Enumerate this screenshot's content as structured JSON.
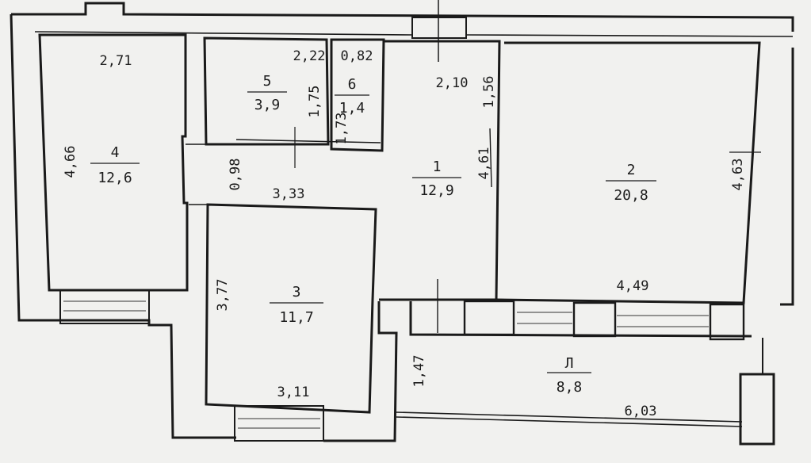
{
  "rooms": [
    {
      "id": "room-1",
      "number": "1",
      "area": "12,9"
    },
    {
      "id": "room-2",
      "number": "2",
      "area": "20,8"
    },
    {
      "id": "room-3",
      "number": "3",
      "area": "11,7"
    },
    {
      "id": "room-4",
      "number": "4",
      "area": "12,6"
    },
    {
      "id": "room-5",
      "number": "5",
      "area": "3,9"
    },
    {
      "id": "room-6",
      "number": "6",
      "area": "1,4"
    },
    {
      "id": "balcony",
      "number": "Л",
      "area": "8,8"
    }
  ],
  "dimensions": {
    "room4_width": "2,71",
    "room4_height": "4,66",
    "room5_width": "2,22",
    "room5_height": "1,75",
    "room6_width": "0,82",
    "room6_height": "1,73",
    "corridor_top": "2,10",
    "corridor_gap": "1,56",
    "corridor_height": "4,61",
    "corridor_narrow": "0,98",
    "room3_top": "3,33",
    "room3_height": "3,77",
    "room3_bottom": "3,11",
    "room2_height": "4,63",
    "room2_width": "4,49",
    "balcony_height": "1,47",
    "balcony_width": "6,03"
  }
}
